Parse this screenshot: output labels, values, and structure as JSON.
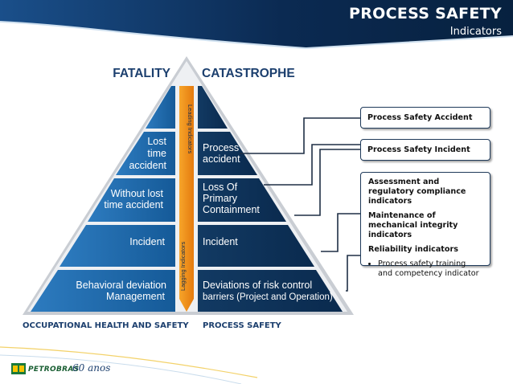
{
  "header": {
    "title": "PROCESS SAFETY",
    "subtitle": "Indicators"
  },
  "pyramid": {
    "top_left_label": "FATALITY",
    "top_right_label": "CATASTROPHE",
    "left_levels": [
      {
        "lines": [
          "Lost",
          "time",
          "accident"
        ]
      },
      {
        "lines": [
          "Without lost",
          "time accident"
        ]
      },
      {
        "lines": [
          "Incident"
        ]
      },
      {
        "lines": [
          "Behavioral deviation",
          "Management"
        ]
      }
    ],
    "right_levels": [
      {
        "lines": [
          "Process",
          "accident"
        ]
      },
      {
        "lines": [
          "Loss Of",
          "Primary",
          "Containment"
        ]
      },
      {
        "lines": [
          "Incident"
        ]
      },
      {
        "lines": [
          "Deviations of risk control",
          "barriers (Project and Operation)"
        ]
      }
    ],
    "leading_label": "Leading Indicators",
    "lagging_label": "Lagging Indicators"
  },
  "boxes": {
    "accident": "Process Safety Accident",
    "incident": "Process Safety Incident",
    "indicators": {
      "items": [
        "Assessment and regulatory compliance indicators",
        "Maintenance of mechanical integrity indicators",
        "Reliability indicators"
      ],
      "bullet": "Process safety training and competency indicator"
    }
  },
  "footer": {
    "left_label": "OCCUPATIONAL HEALTH AND SAFETY",
    "right_label": "PROCESS SAFETY",
    "logo_text": "PETROBRAS",
    "logo_suffix": "60 anos"
  },
  "colors": {
    "navy": "#0d2a52",
    "left_blue": "#1f6aa8",
    "right_navy": "#123a63",
    "orange": "#f08c14"
  }
}
